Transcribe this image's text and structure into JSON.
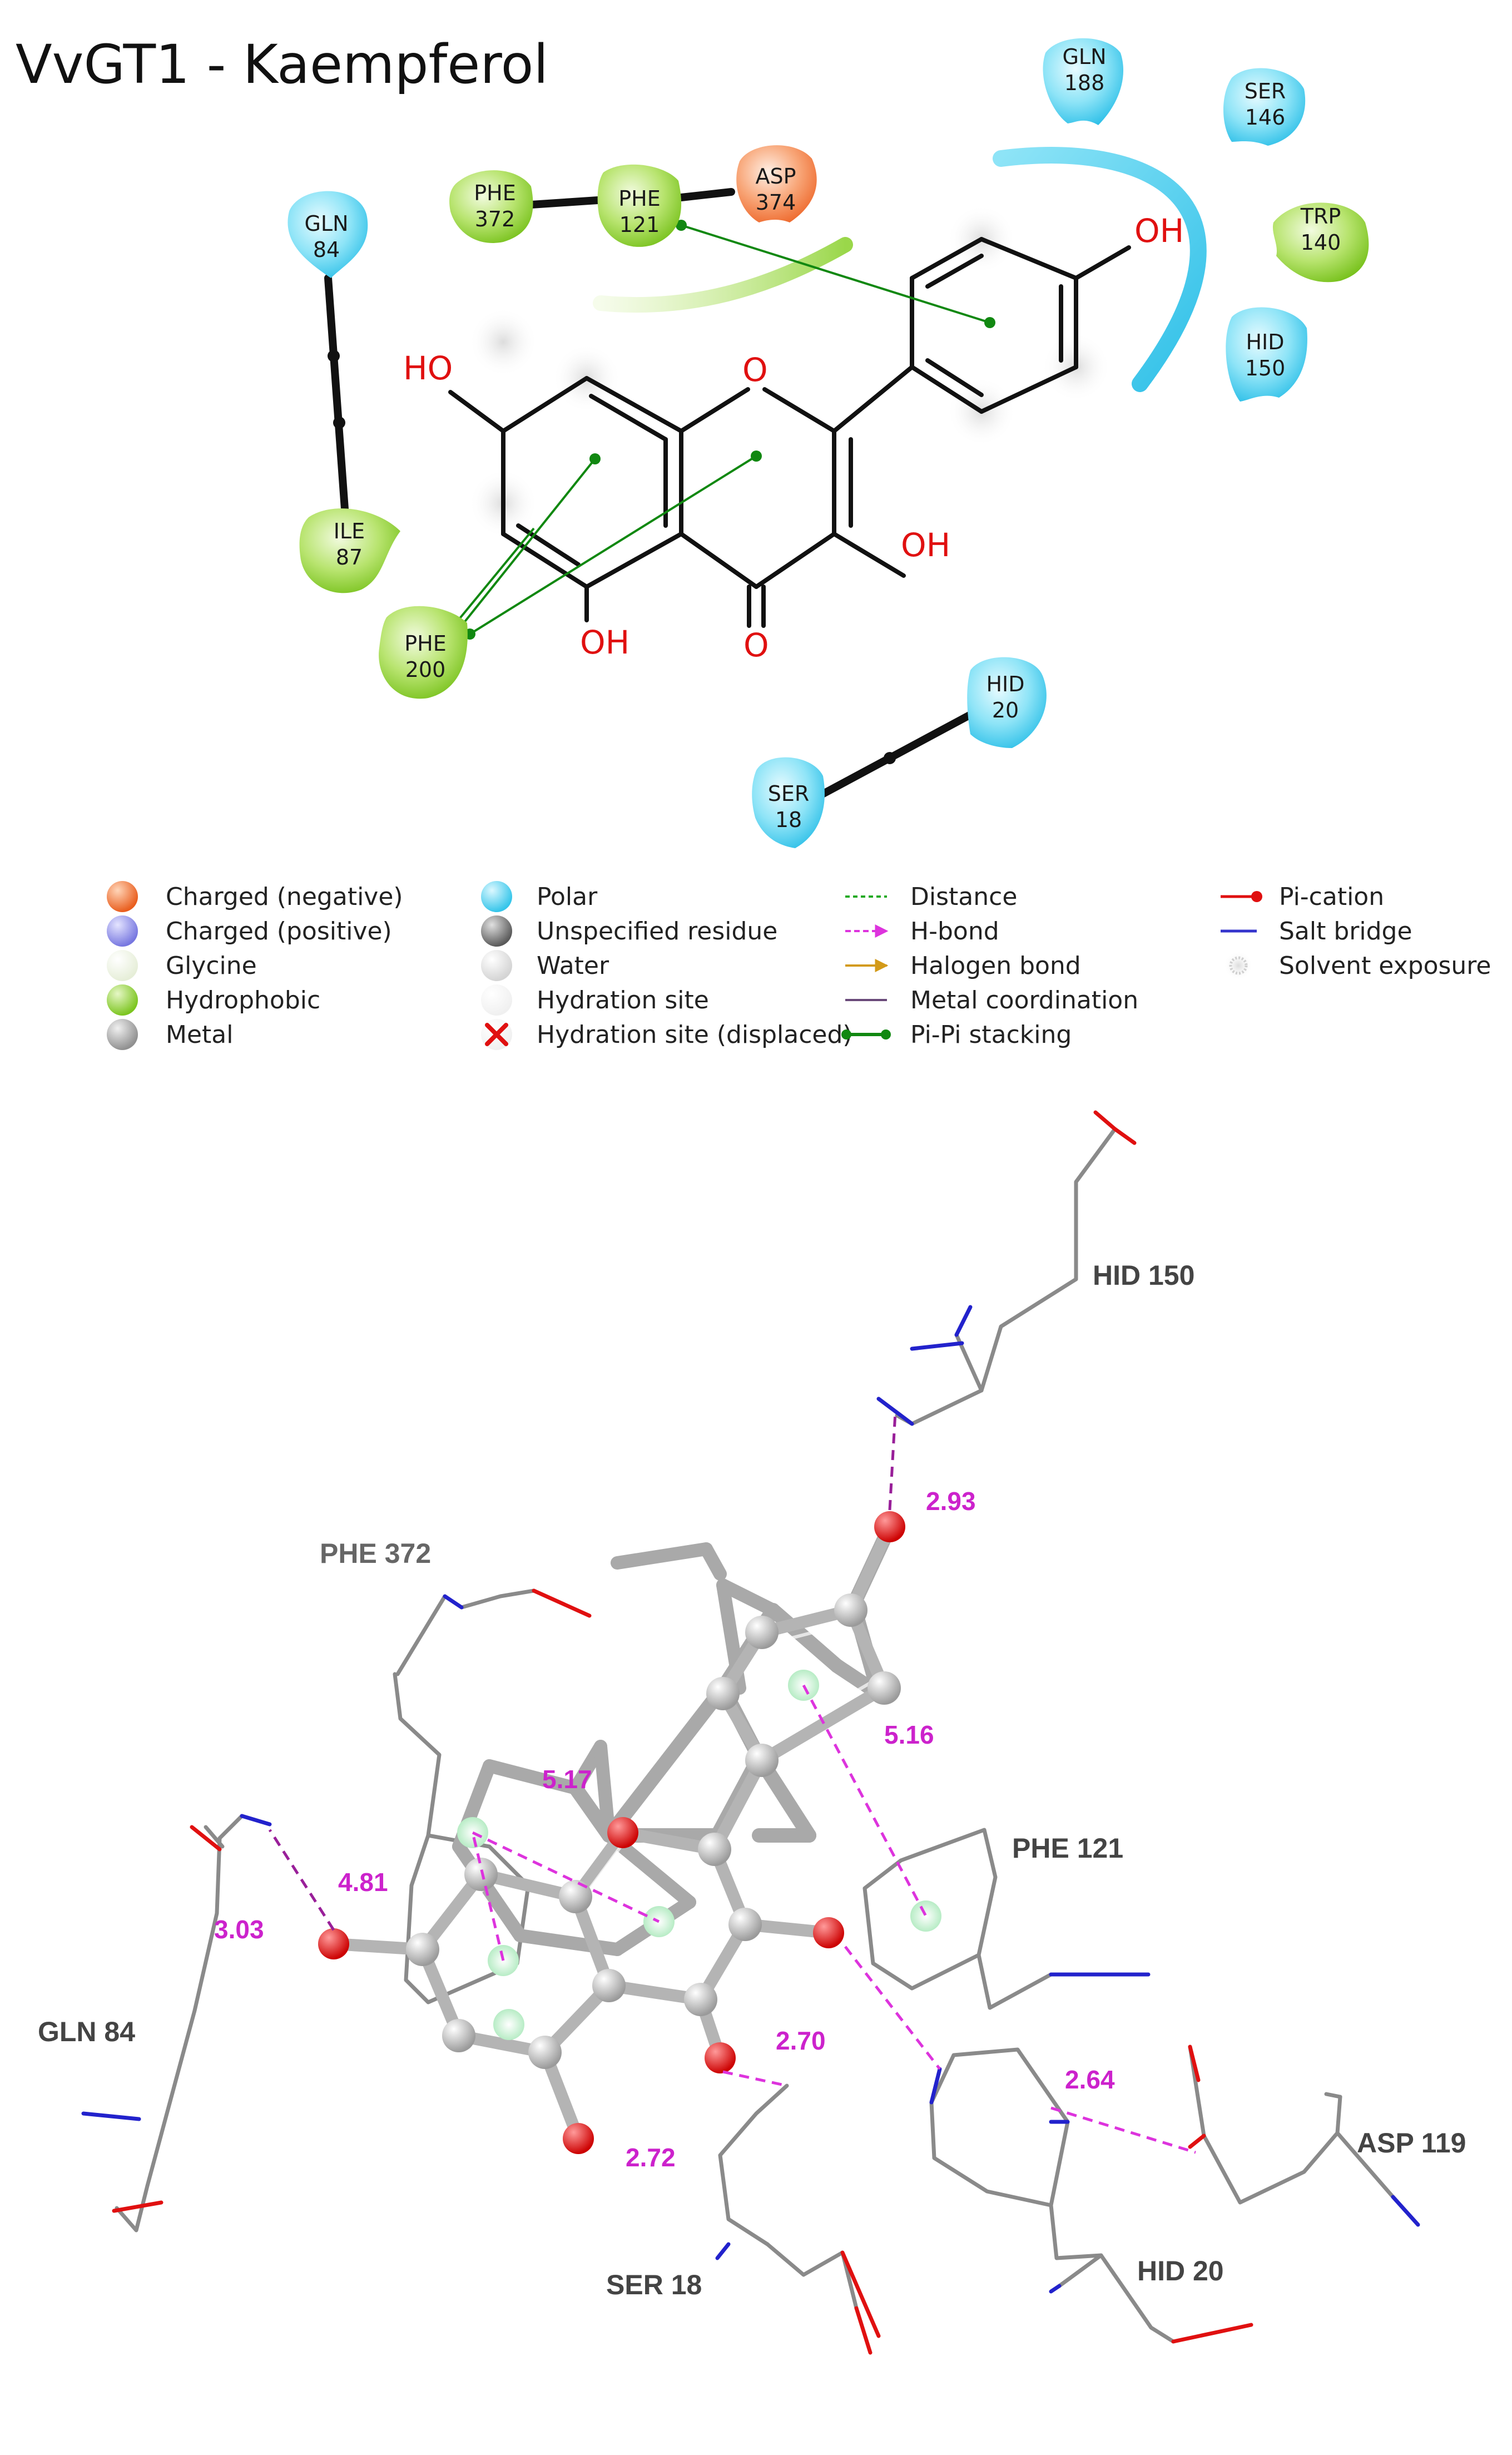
{
  "title": "VvGT1 - Kaempferol",
  "residues_2d": {
    "gln84": {
      "name": "GLN",
      "num": "84"
    },
    "ile87": {
      "name": "ILE",
      "num": "87"
    },
    "phe200": {
      "name": "PHE",
      "num": "200"
    },
    "phe372": {
      "name": "PHE",
      "num": "372"
    },
    "phe121": {
      "name": "PHE",
      "num": "121"
    },
    "asp374": {
      "name": "ASP",
      "num": "374"
    },
    "gln188": {
      "name": "GLN",
      "num": "188"
    },
    "ser146": {
      "name": "SER",
      "num": "146"
    },
    "trp140": {
      "name": "TRP",
      "num": "140"
    },
    "hid150": {
      "name": "HID",
      "num": "150"
    },
    "hid20": {
      "name": "HID",
      "num": "20"
    },
    "ser18": {
      "name": "SER",
      "num": "18"
    }
  },
  "atom_labels": {
    "ho7": "HO",
    "o1": "O",
    "oh4p": "OH",
    "oh3": "OH",
    "oh5": "OH",
    "o4": "O"
  },
  "legend": {
    "col1": [
      "Charged (negative)",
      "Charged (positive)",
      "Glycine",
      "Hydrophobic",
      "Metal"
    ],
    "col2": [
      "Polar",
      "Unspecified residue",
      "Water",
      "Hydration site",
      "Hydration site (displaced)"
    ],
    "col3": [
      "Distance",
      "H-bond",
      "Halogen bond",
      "Metal coordination",
      "Pi-Pi stacking"
    ],
    "col4": [
      "Pi-cation",
      "Salt bridge",
      "Solvent exposure"
    ]
  },
  "colors": {
    "polar": "#5fd3f0",
    "hydrophobic": "#8fd13a",
    "negative": "#f07a3e",
    "positive": "#8f8fef",
    "pipi": "#118811",
    "hbond": "#dd33dd",
    "atom_red": "#e01010",
    "nitrogen": "#2222cc",
    "carbon3d": "#8a8a8a"
  },
  "residues_3d": {
    "hid150": "HID  150",
    "phe372": "PHE  372",
    "phe121": "PHE  121",
    "gln84": "GLN  84",
    "ser18": "SER  18",
    "asp119": "ASP  119",
    "hid20": "HID  20"
  },
  "distances_3d": {
    "d293": "2.93",
    "d516": "5.16",
    "d517": "5.17",
    "d481": "4.81",
    "d303": "3.03",
    "d270": "2.70",
    "d264": "2.64",
    "d272": "2.72"
  }
}
